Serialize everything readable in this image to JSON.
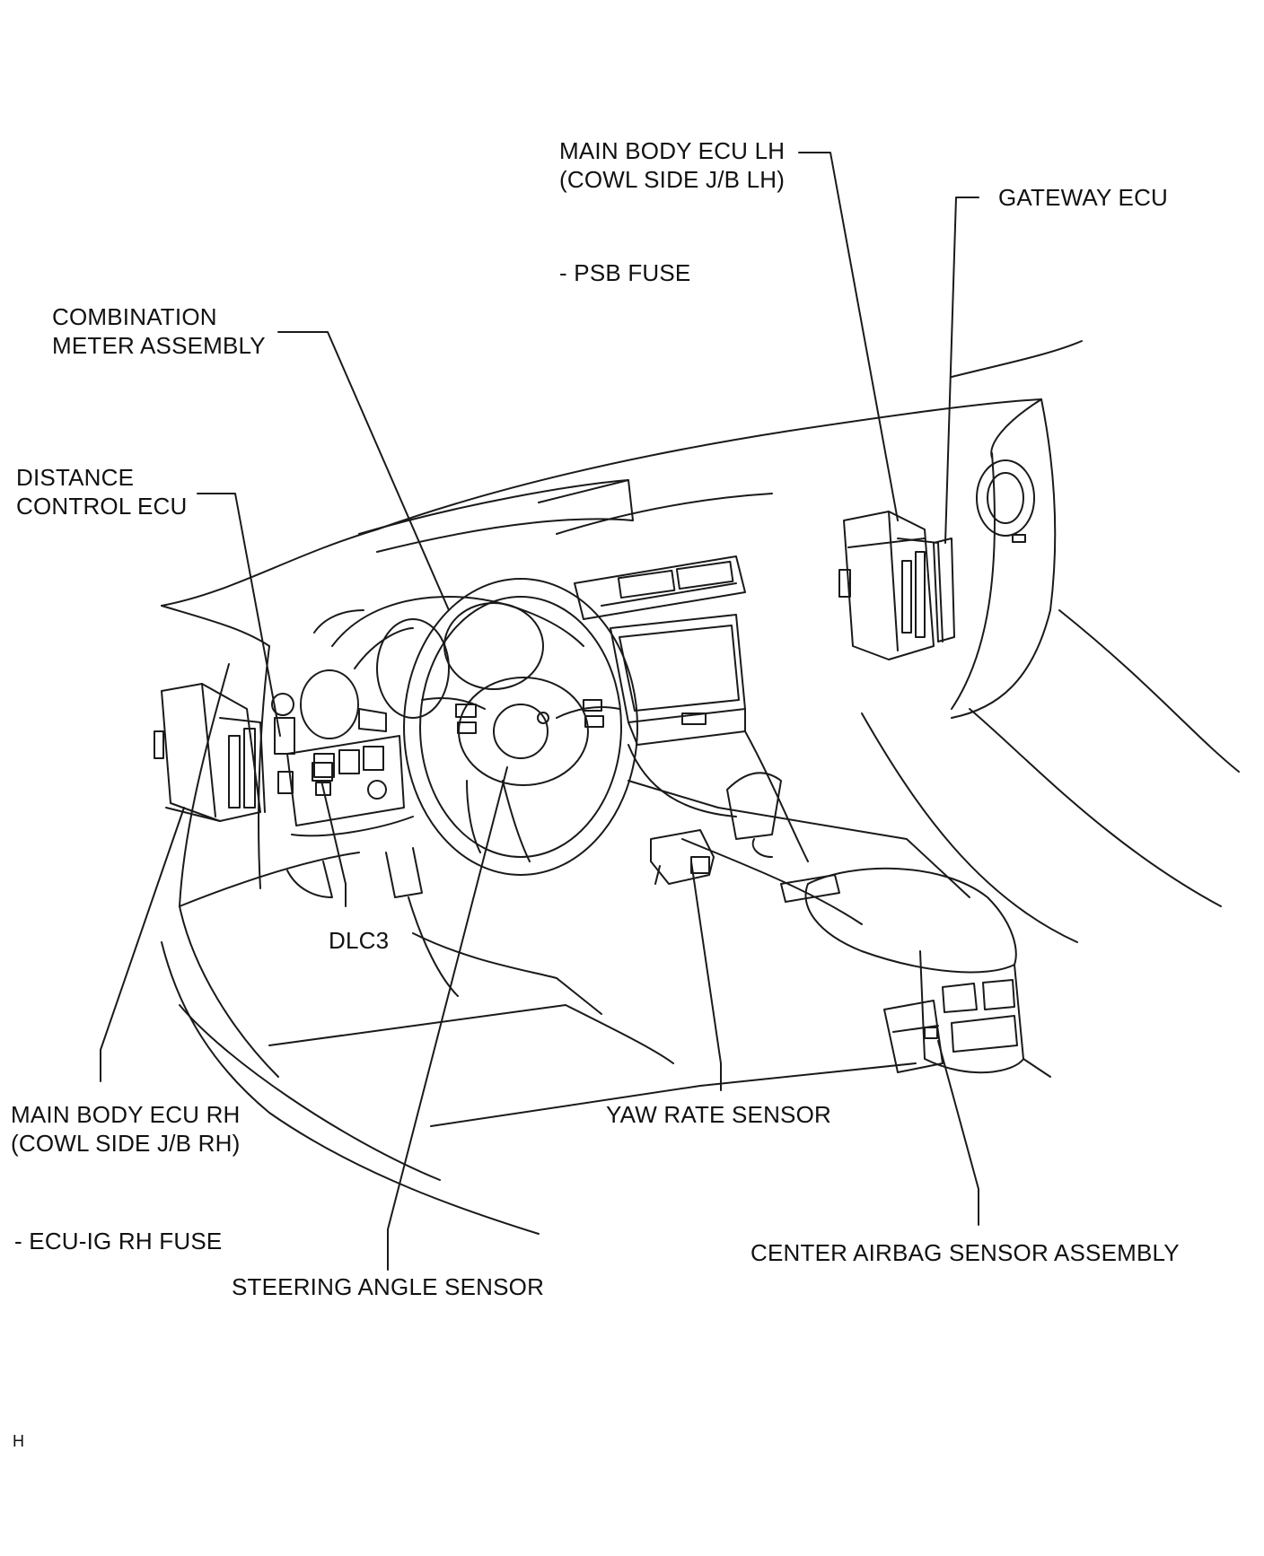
{
  "labels": {
    "main_body_ecu_lh": [
      "MAIN BODY ECU LH",
      "(COWL SIDE J/B LH)"
    ],
    "psb_fuse": "- PSB FUSE",
    "gateway_ecu": "GATEWAY ECU",
    "combination_meter": [
      "COMBINATION",
      "METER ASSEMBLY"
    ],
    "distance_control_ecu": [
      "DISTANCE",
      "CONTROL ECU"
    ],
    "dlc3": "DLC3",
    "main_body_ecu_rh": [
      "MAIN BODY ECU RH",
      "(COWL SIDE J/B RH)"
    ],
    "ecu_ig_rh_fuse": "- ECU-IG RH FUSE",
    "steering_angle_sensor": "STEERING ANGLE SENSOR",
    "yaw_rate_sensor": "YAW RATE SENSOR",
    "center_airbag_sensor": "CENTER AIRBAG SENSOR ASSEMBLY"
  },
  "figure_id": "H",
  "line_color": "#1a1a1a"
}
